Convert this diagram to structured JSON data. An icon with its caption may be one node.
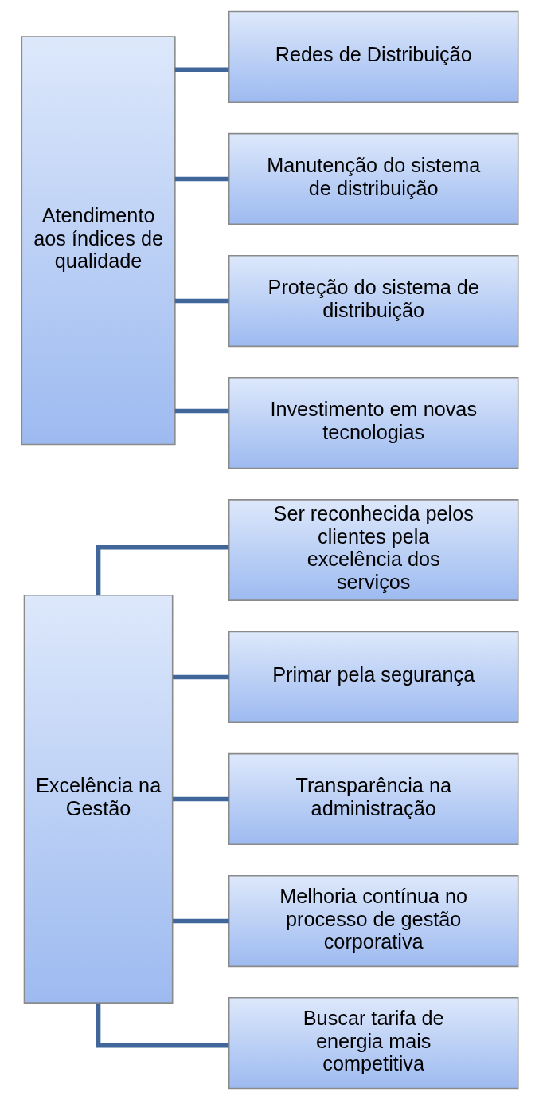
{
  "diagram": {
    "nodes": [
      {
        "text": [
          "Excelência na Gestão"
        ]
      },
      {
        "text": [
          "Ser reconhecida pelos clientes pela excelência dos serviços"
        ]
      },
      {
        "text": [
          "Primar pela segurança"
        ]
      },
      {
        "text": [
          "Transparência na administração"
        ]
      },
      {
        "text": [
          "Melhoria contínua no processo de gestão corporativa"
        ]
      },
      {
        "text": [
          "Buscar tarifa de energia mais competitiva"
        ]
      },
      {
        "text": [
          "Atendimento aos índices de qualidade"
        ]
      },
      {
        "text": [
          "Redes de Distribuição"
        ]
      },
      {
        "text": [
          "Manutenção do sistema de distribuição"
        ]
      },
      {
        "text": [
          "Proteção do sistema de distribuição"
        ]
      },
      {
        "text": [
          "Investimento em novas tecnologias"
        ]
      }
    ],
    "edges": [
      {
        "from": 0,
        "to": 1,
        "arrow": "none"
      },
      {
        "from": 0,
        "to": 2,
        "arrow": "none"
      },
      {
        "from": 0,
        "to": 3,
        "arrow": "none"
      },
      {
        "from": 0,
        "to": 4,
        "arrow": "none"
      },
      {
        "from": 0,
        "to": 5,
        "arrow": "none"
      },
      {
        "from": 6,
        "to": 7,
        "arrow": "none"
      },
      {
        "from": 6,
        "to": 8,
        "arrow": "none"
      },
      {
        "from": 6,
        "to": 9,
        "arrow": "none"
      },
      {
        "from": 6,
        "to": 10,
        "arrow": "none"
      }
    ]
  }
}
